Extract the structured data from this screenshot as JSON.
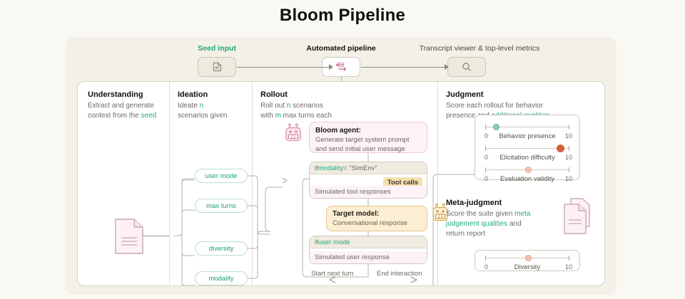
{
  "title": "Bloom Pipeline",
  "top_flow": {
    "steps": [
      {
        "label": "Seed input",
        "style": "green",
        "icon": "document-icon"
      },
      {
        "label": "Automated pipeline",
        "style": "bold",
        "icon": "shuffle-icon"
      },
      {
        "label": "Transcript viewer & top-level metrics",
        "style": "muted",
        "icon": "search-icon"
      }
    ]
  },
  "columns": [
    {
      "heading": "Understanding",
      "desc_1": "Extract and generate",
      "desc_2": "context from the ",
      "desc_2_accent": "seed"
    },
    {
      "heading": "Ideation",
      "desc_1": "Ideate ",
      "desc_1_accent": "n",
      "desc_2": "scenarios given"
    },
    {
      "heading": "Rollout",
      "desc_1": "Roll out ",
      "desc_1_accent": "n",
      "desc_1_tail": " scenarios",
      "desc_2": "with ",
      "desc_2_accent": "m",
      "desc_2_tail": " max turns each"
    },
    {
      "heading": "Judgment",
      "desc_1": "Score each rollout for behavior",
      "desc_2": "presence and ",
      "desc_2_accent": "additional qualities"
    }
  ],
  "ideation": {
    "pills": [
      "user mode",
      "max turns",
      "diversity",
      "modality"
    ]
  },
  "rollout": {
    "bloom_agent": {
      "title": "Bloom agent:",
      "desc_1": "Generate target system prompt",
      "desc_2": "and send initial user message",
      "icon": "robot-icon"
    },
    "simenv": {
      "condition_if": "if ",
      "condition_key": "modality",
      "condition_rest": " = \"SimEnv\"",
      "tool_calls_badge": "Tool calls",
      "simulated_response": "Simulated tool responses"
    },
    "target_model": {
      "title": "Target model:",
      "desc": "Conversational response",
      "icon": "robot-icon"
    },
    "user_mode": {
      "condition_if": "if ",
      "condition_key": "user mode",
      "simulated_response": "Simulated user response"
    },
    "loop": {
      "start_label": "Start next turn",
      "end_label": "End interaction"
    }
  },
  "judgment": {
    "sliders": [
      {
        "label": "Behavior presence",
        "min": "0",
        "max": "10",
        "value": 1.3,
        "color": "#8fcdb4"
      },
      {
        "label": "Elicitation difficulty",
        "min": "0",
        "max": "10",
        "value": 8.7,
        "color": "#d4613a"
      },
      {
        "label": "Evaluation validity",
        "min": "0",
        "max": "10",
        "value": 5.0,
        "color": "#f0c4b4"
      }
    ]
  },
  "meta_judgment": {
    "heading": "Meta-judgment",
    "desc_1": "Score the suite given ",
    "desc_1_accent": "meta",
    "desc_2_accent": "judgement qualities",
    "desc_2": " and",
    "desc_3": "return report",
    "icon": "documents-stack-icon",
    "slider": {
      "label": "Diversity",
      "min": "0",
      "max": "10",
      "value": 5.0,
      "color": "#f0c4b4"
    }
  },
  "colors": {
    "page_bg": "#faf8f3",
    "card_bg": "#f3f0e8",
    "accent_green": "#1fa97d",
    "accent_pink": "#f0c8d6",
    "accent_amber": "#e8c993"
  }
}
